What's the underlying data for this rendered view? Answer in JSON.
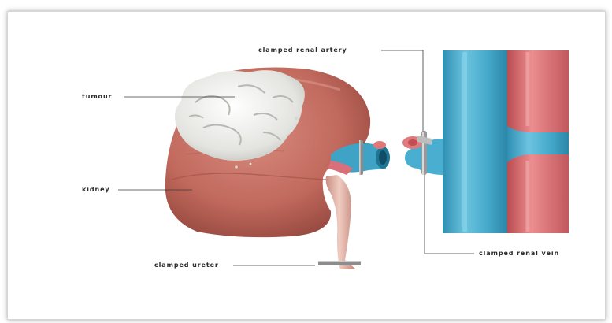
{
  "labels": {
    "artery": "clamped renal artery",
    "tumour": "tumour",
    "kidney": "kidney",
    "ureter": "clamped ureter",
    "vein": "clamped renal vein"
  },
  "colors": {
    "kidney": "#c8766a",
    "kidney_shadow": "#9f4f45",
    "tumour": "#e6e6e3",
    "vein": "#46aacb",
    "artery": "#d86b6e",
    "ureter": "#e2b4a8",
    "clamp": "#8c8c8c"
  }
}
